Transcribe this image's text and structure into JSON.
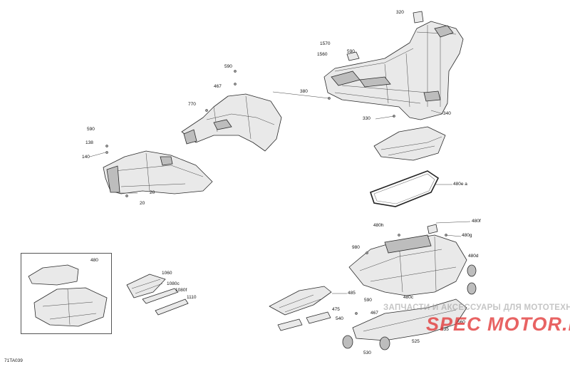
{
  "figure_id": "71TA039",
  "watermark": {
    "text": "ЗАПЧАСТИ И АКСЕССУАРЫ ДЛЯ МОТОТЕХНИКИ",
    "brand": "SPEC MOTOR.RU"
  },
  "callouts": [
    {
      "id": "c-320",
      "label": "320"
    },
    {
      "id": "c-1570",
      "label": "1570"
    },
    {
      "id": "c-590a",
      "label": "590"
    },
    {
      "id": "c-1560",
      "label": "1560"
    },
    {
      "id": "c-380",
      "label": "380"
    },
    {
      "id": "c-330",
      "label": "330"
    },
    {
      "id": "c-340",
      "label": "340"
    },
    {
      "id": "c-590b",
      "label": "590"
    },
    {
      "id": "c-467a",
      "label": "467"
    },
    {
      "id": "c-770",
      "label": "770"
    },
    {
      "id": "c-590c",
      "label": "590"
    },
    {
      "id": "c-138",
      "label": "138"
    },
    {
      "id": "c-140",
      "label": "140"
    },
    {
      "id": "c-20a",
      "label": "20"
    },
    {
      "id": "c-20b",
      "label": "20"
    },
    {
      "id": "c-480ea",
      "label": "480e a"
    },
    {
      "id": "c-480f",
      "label": "480f"
    },
    {
      "id": "c-480h",
      "label": "480h"
    },
    {
      "id": "c-480g",
      "label": "480g"
    },
    {
      "id": "c-980",
      "label": "980"
    },
    {
      "id": "c-480d",
      "label": "480d"
    },
    {
      "id": "c-480",
      "label": "480"
    },
    {
      "id": "c-1060",
      "label": "1060"
    },
    {
      "id": "c-1080c",
      "label": "1080c"
    },
    {
      "id": "c-1080f",
      "label": "1080f"
    },
    {
      "id": "c-1110",
      "label": "1110"
    },
    {
      "id": "c-485",
      "label": "485"
    },
    {
      "id": "c-590d",
      "label": "590"
    },
    {
      "id": "c-467b",
      "label": "467"
    },
    {
      "id": "c-480c",
      "label": "480c"
    },
    {
      "id": "c-475",
      "label": "475"
    },
    {
      "id": "c-540",
      "label": "540"
    },
    {
      "id": "c-535",
      "label": "535"
    },
    {
      "id": "c-525",
      "label": "525"
    },
    {
      "id": "c-530",
      "label": "530"
    },
    {
      "id": "c-560",
      "label": "560"
    }
  ]
}
